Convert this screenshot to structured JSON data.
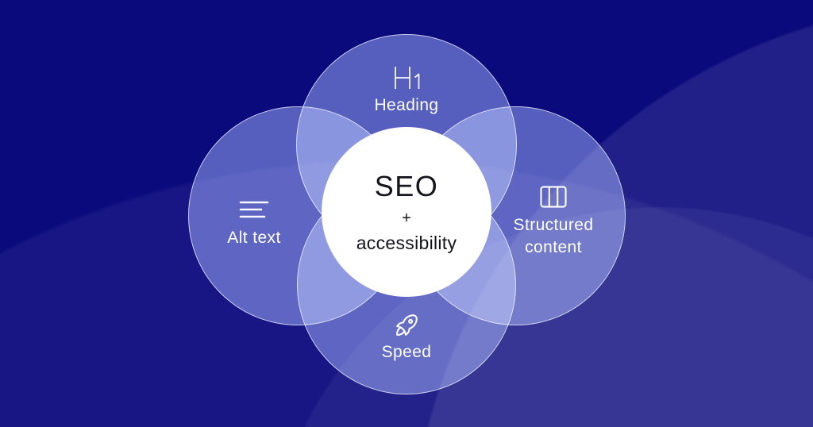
{
  "title": "SEO + accessibility overlap diagram",
  "colors": {
    "background_base": "#0b0a7d",
    "background_glow": "rgba(255,255,255,0.09)",
    "petal_fill_effective_single": "#565ebe",
    "petal_fill_effective_overlap": "#8a90d6",
    "petal_border": "rgba(255,255,255,0.68)",
    "center_fill": "#ffffff",
    "center_text": "#14141c",
    "label_text": "#ffffff"
  },
  "center": {
    "title": "SEO",
    "plus": "+",
    "subtitle": "accessibility"
  },
  "petals": [
    {
      "id": "heading",
      "icon": "h1-icon",
      "label": "Heading"
    },
    {
      "id": "alt-text",
      "icon": "text-lines-icon",
      "label": "Alt text"
    },
    {
      "id": "structured-content",
      "icon": "columns-icon",
      "label": "Structured content"
    },
    {
      "id": "speed",
      "icon": "rocket-icon",
      "label": "Speed"
    }
  ]
}
